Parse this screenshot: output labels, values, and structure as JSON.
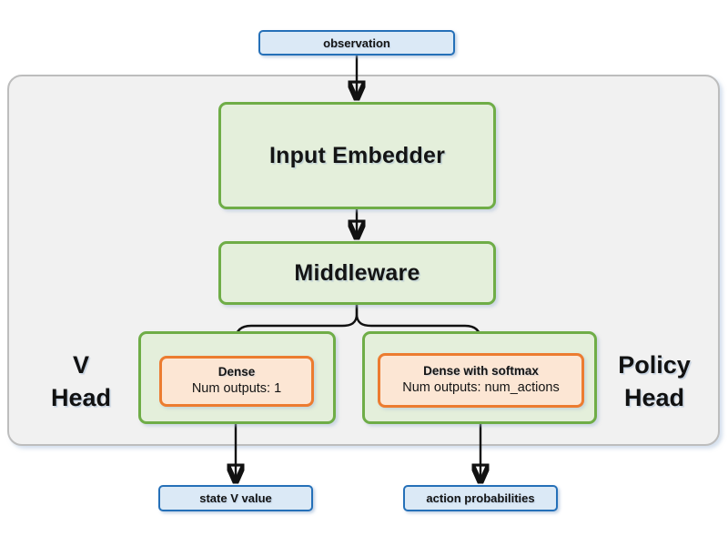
{
  "diagram": {
    "title_context": "network architecture diagram",
    "nodes": {
      "observation": {
        "label": "observation"
      },
      "input_embedder": {
        "label": "Input Embedder"
      },
      "middleware": {
        "label": "Middleware"
      },
      "v_head": {
        "label_line1": "V",
        "label_line2": "Head",
        "dense_title": "Dense",
        "dense_subtitle": "Num outputs: 1"
      },
      "policy_head": {
        "label_line1": "Policy",
        "label_line2": "Head",
        "dense_title": "Dense with softmax",
        "dense_subtitle": "Num outputs: num_actions"
      },
      "state_v_value": {
        "label": "state V value"
      },
      "action_probabilities": {
        "label": "action probabilities"
      }
    },
    "edges": [
      {
        "from": "observation",
        "to": "input_embedder"
      },
      {
        "from": "input_embedder",
        "to": "middleware"
      },
      {
        "from": "middleware",
        "to": "v_head.dense"
      },
      {
        "from": "middleware",
        "to": "policy_head.dense"
      },
      {
        "from": "v_head.dense",
        "to": "state_v_value"
      },
      {
        "from": "policy_head.dense",
        "to": "action_probabilities"
      }
    ],
    "colors": {
      "io_fill": "#dbe9f6",
      "io_border": "#2570b8",
      "block_fill": "#e4efdb",
      "block_border": "#6fad47",
      "layer_fill": "#fce6d4",
      "layer_border": "#ec7c30",
      "panel_fill": "#f1f1f1",
      "panel_border": "#bdbdbd",
      "arrow": "#111111"
    }
  }
}
